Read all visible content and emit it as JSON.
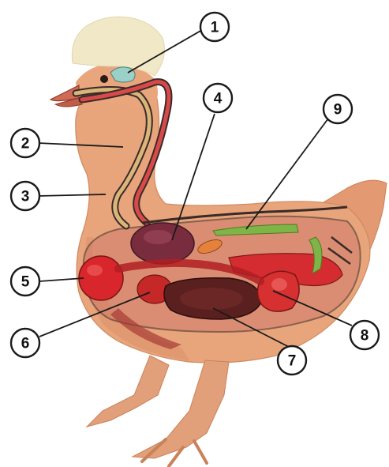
{
  "colors": {
    "background": "#ffffff",
    "plumage": "#e8a57c",
    "plumage_dark": "#c98259",
    "crest": "#f1e8c8",
    "leg": "#e2a07a",
    "tract_outline": "#3a2a28",
    "tract_lining": "#d9b57a",
    "organ_red": "#d8262c",
    "gizzard": "#7a2c3f",
    "liver": "#5a1f1f",
    "lung_green": "#7fb548",
    "brain_teal": "#9ad0c8"
  },
  "icons": {
    "leader_line": "callout-leader-line",
    "callout": "numbered-callout-circle"
  },
  "callouts": [
    {
      "id": "1",
      "label": "1"
    },
    {
      "id": "2",
      "label": "2"
    },
    {
      "id": "3",
      "label": "3"
    },
    {
      "id": "4",
      "label": "4"
    },
    {
      "id": "5",
      "label": "5"
    },
    {
      "id": "6",
      "label": "6"
    },
    {
      "id": "7",
      "label": "7"
    },
    {
      "id": "8",
      "label": "8"
    },
    {
      "id": "9",
      "label": "9"
    }
  ]
}
